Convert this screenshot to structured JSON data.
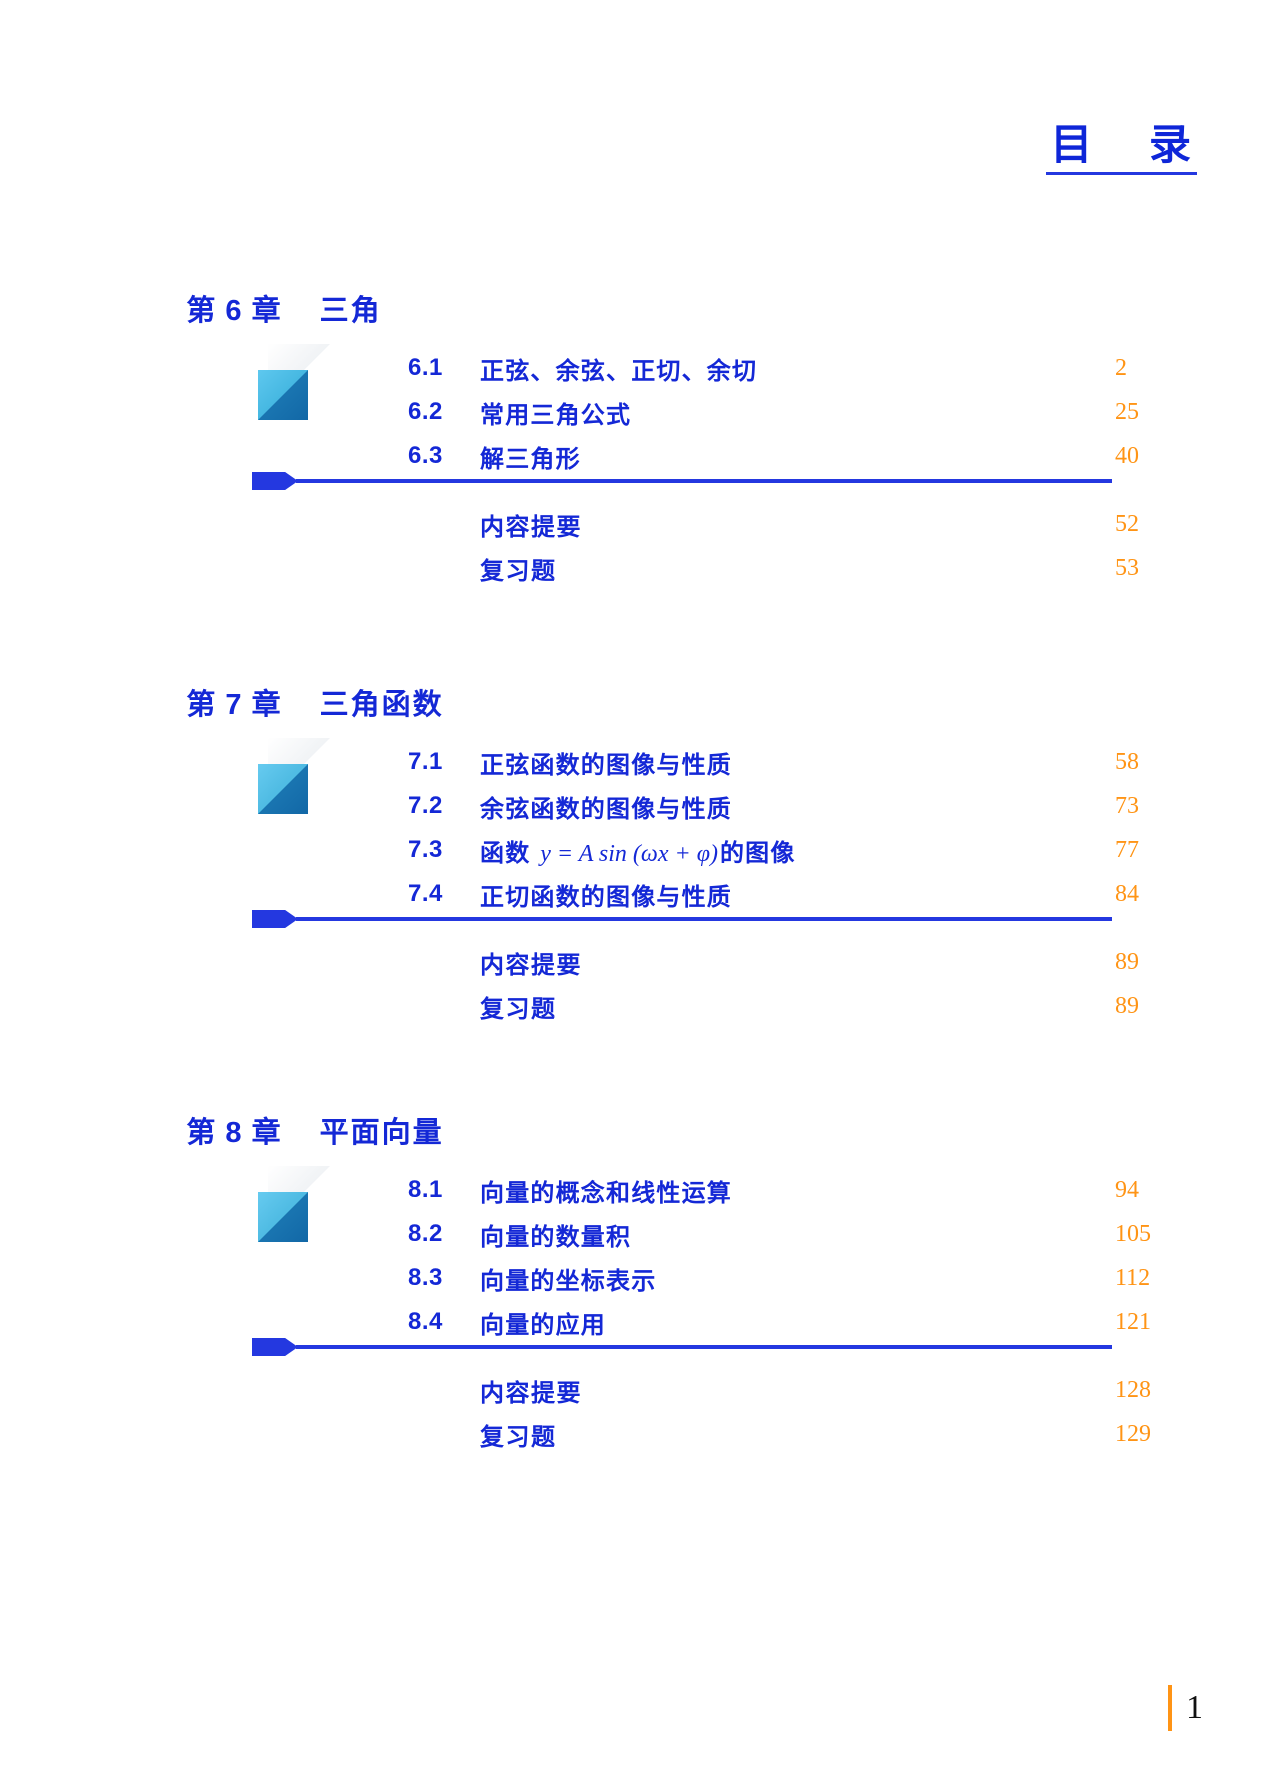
{
  "document": {
    "toc_title": "目    录",
    "folio": "1"
  },
  "chapters": [
    {
      "label": "第 6 章",
      "title": "三角",
      "entries": [
        {
          "num": "6.1",
          "title": "正弦、余弦、正切、余切",
          "page": "2"
        },
        {
          "num": "6.2",
          "title": "常用三角公式",
          "page": "25"
        },
        {
          "num": "6.3",
          "title": "解三角形",
          "page": "40"
        }
      ],
      "back_matter": [
        {
          "title": "内容提要",
          "page": "52"
        },
        {
          "title": "复习题",
          "page": "53"
        }
      ]
    },
    {
      "label": "第 7 章",
      "title": "三角函数",
      "entries": [
        {
          "num": "7.1",
          "title": "正弦函数的图像与性质",
          "page": "58"
        },
        {
          "num": "7.2",
          "title": "余弦函数的图像与性质",
          "page": "73"
        },
        {
          "num": "7.3",
          "title": "函数 y = A sin (ωx + φ) 的图像",
          "title_pre": "函数 ",
          "title_formula": "y = A sin (ωx + φ)",
          "title_post": "的图像",
          "page": "77"
        },
        {
          "num": "7.4",
          "title": "正切函数的图像与性质",
          "page": "84"
        }
      ],
      "back_matter": [
        {
          "title": "内容提要",
          "page": "89"
        },
        {
          "title": "复习题",
          "page": "89"
        }
      ]
    },
    {
      "label": "第 8 章",
      "title": "平面向量",
      "entries": [
        {
          "num": "8.1",
          "title": "向量的概念和线性运算",
          "page": "94"
        },
        {
          "num": "8.2",
          "title": "向量的数量积",
          "page": "105"
        },
        {
          "num": "8.3",
          "title": "向量的坐标表示",
          "page": "112"
        },
        {
          "num": "8.4",
          "title": "向量的应用",
          "page": "121"
        }
      ],
      "back_matter": [
        {
          "title": "内容提要",
          "page": "128"
        },
        {
          "title": "复习题",
          "page": "129"
        }
      ]
    }
  ],
  "colors": {
    "heading_blue": "#1428d6",
    "rule_blue": "#2438e0",
    "page_orange": "#ff9415",
    "deco_cyan": "#4fc0e8",
    "deco_deep": "#1566a8"
  }
}
